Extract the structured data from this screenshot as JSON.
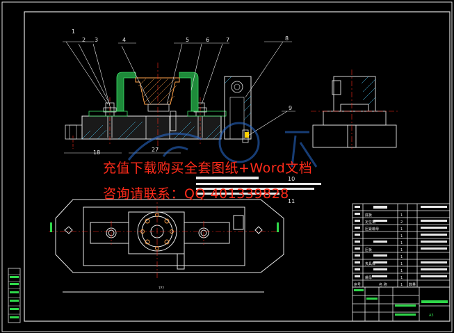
{
  "drawing": {
    "balloons": [
      "1",
      "2",
      "3",
      "4",
      "5",
      "6",
      "7",
      "8",
      "9",
      "10",
      "11"
    ],
    "dimension_labels": [
      "18",
      "27",
      "???"
    ],
    "title_block": {
      "col_seq": "序号",
      "col_name": "名 称",
      "col_qty": "数量",
      "rows": [
        {
          "name": "底板",
          "qty": "1"
        },
        {
          "name": "定位销",
          "qty": "2"
        },
        {
          "name": "压紧螺母",
          "qty": "1"
        },
        {
          "name": "",
          "qty": "1"
        },
        {
          "name": "",
          "qty": "1"
        },
        {
          "name": "压板",
          "qty": "1"
        },
        {
          "name": "",
          "qty": "1"
        },
        {
          "name": "夹具体",
          "qty": "1"
        },
        {
          "name": "",
          "qty": "1"
        },
        {
          "name": "",
          "qty": "1"
        },
        {
          "name": "螺母",
          "qty": "1"
        },
        {
          "name": "",
          "qty": "1"
        }
      ],
      "scale": "A3"
    }
  },
  "watermark": {
    "line1": "充值下载购买全套图纸+Word文档",
    "line2": "咨询请联系：QQ 401339828"
  }
}
